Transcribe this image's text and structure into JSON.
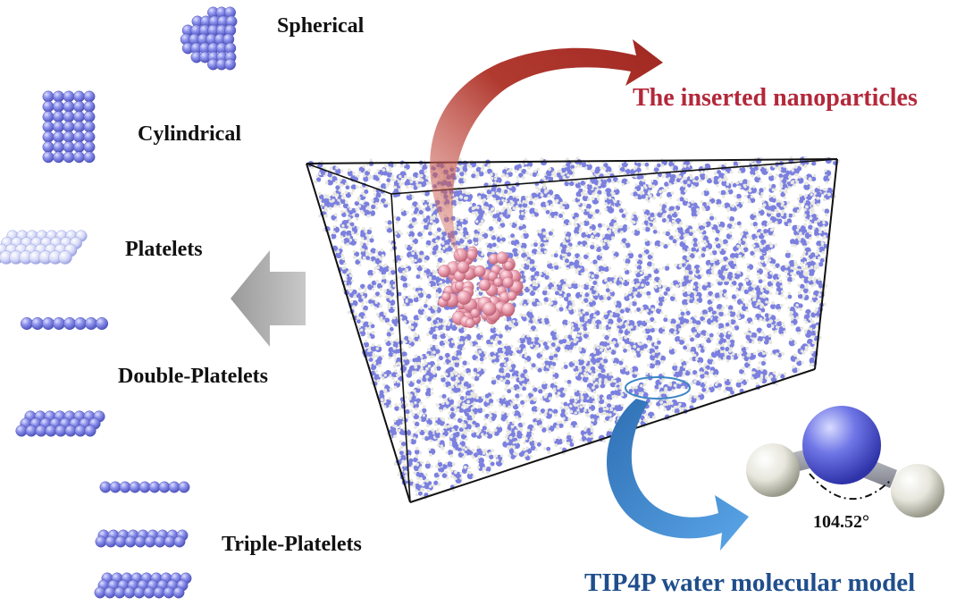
{
  "labels": {
    "spherical": "Spherical",
    "cylindrical": "Cylindrical",
    "platelets": "Platelets",
    "double_platelets": "Double-Platelets",
    "triple_platelets": "Triple-Platelets",
    "inserted": "The inserted nanoparticles",
    "tip4p": "TIP4P water molecular model",
    "angle": "104.52°"
  },
  "colors": {
    "atom_blue": "#7b80e0",
    "atom_white": "#e8e8e0",
    "nanoparticle_pink": "#e89aa8",
    "arrow_red": "#a8302a",
    "arrow_blue": "#3d86c6",
    "arrow_gray": "#a0a0a0",
    "inserted_text": "#b3283a",
    "tip4p_text": "#1f4e8c"
  }
}
